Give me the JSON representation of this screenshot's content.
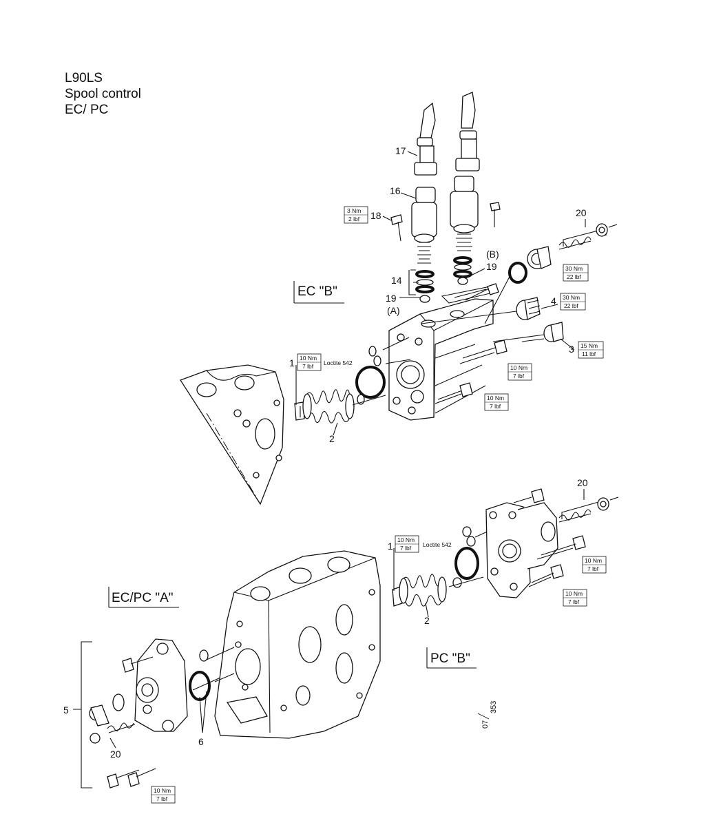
{
  "header": {
    "line1": "L90LS",
    "line2": "Spool control",
    "line3": "EC/ PC"
  },
  "sections": {
    "ec_b": "EC \"B\"",
    "ecpc_a": "EC/PC \"A\"",
    "pc_b": "PC \"B\""
  },
  "callouts": {
    "n1": "1",
    "n2": "2",
    "n3": "3",
    "n4": "4",
    "n5": "5",
    "n6": "6",
    "n14": "14",
    "n16": "16",
    "n17": "17",
    "n18": "18",
    "n19": "19",
    "n20": "20",
    "a": "(A)",
    "b": "(B)"
  },
  "torques": {
    "t3nm": "3 Nm",
    "t2lbf": "2 lbf",
    "t10nm": "10 Nm",
    "t7lbf": "7 lbf",
    "t30nm": "30 Nm",
    "t22lbf": "22 lbf",
    "t15nm": "15 Nm",
    "t11lbf": "11 lbf"
  },
  "notes": {
    "loctite": "Loctite 542",
    "doc_code_top": "07",
    "doc_code_bottom": "353"
  }
}
